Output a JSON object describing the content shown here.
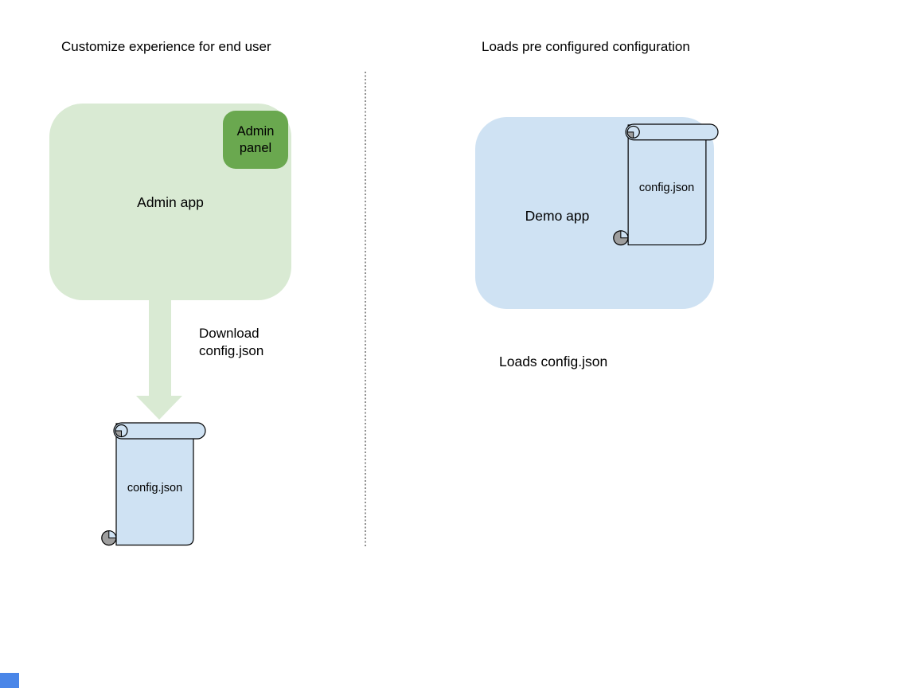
{
  "left_section": {
    "title": "Customize experience for end user",
    "admin_app_label": "Admin app",
    "admin_panel_label": "Admin panel",
    "arrow_caption": "Download config.json",
    "scroll_label": "config.json"
  },
  "right_section": {
    "title": "Loads pre configured configuration",
    "demo_app_label": "Demo app",
    "scroll_label": "config.json",
    "caption": "Loads config.json"
  },
  "colors": {
    "admin_app_fill": "#d9ead3",
    "admin_panel_fill": "#6aa84f",
    "arrow_fill": "#d9ead3",
    "demo_app_fill": "#cfe2f3",
    "scroll_fill": "#cfe2f3",
    "scroll_curl_gray": "#9e9e9e",
    "outline_black": "#000000",
    "divider_gray": "#909090",
    "corner_square_blue": "#4a86e8"
  }
}
